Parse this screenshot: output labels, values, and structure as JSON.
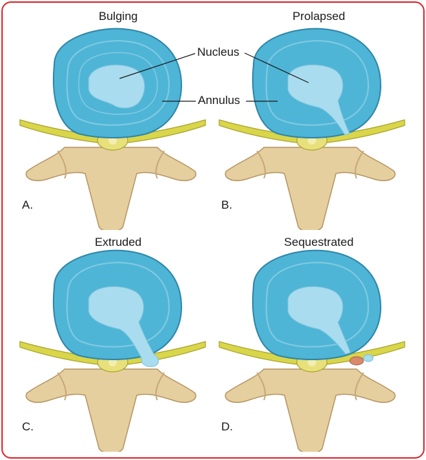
{
  "panels": [
    {
      "title": "Bulging",
      "letter": "A."
    },
    {
      "title": "Prolapsed",
      "letter": "B."
    },
    {
      "title": "Extruded",
      "letter": "C."
    },
    {
      "title": "Sequestrated",
      "letter": "D."
    }
  ],
  "labels": {
    "nucleus": "Nucleus",
    "annulus": "Annulus"
  },
  "colors": {
    "frame": "#d8282e",
    "disc": "#4fb5d6",
    "disc_light": "#a9dcee",
    "bone": "#e6cf9e",
    "bone_shade": "#c7a877",
    "nerve": "#d9d64a",
    "fragment": "#d98a6a"
  }
}
